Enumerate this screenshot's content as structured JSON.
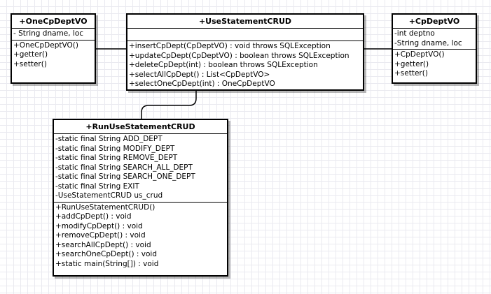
{
  "classes": {
    "one_cp_dept_vo": {
      "name": "+OneCpDeptVO",
      "attributes": [
        "- String dname, loc"
      ],
      "operations": [
        "+OneCpDeptVO()",
        "+getter()",
        "+setter()"
      ]
    },
    "use_statement_crud": {
      "name": "+UseStatementCRUD",
      "attributes": [],
      "operations": [
        "+insertCpDept(CpDeptVO) : void throws SQLException",
        "+updateCpDept(CpDeptVO) : boolean throws SQLException",
        "+deleteCpDept(int) : boolean throws SQLException",
        "+selectAllCpDept() : List<CpDeptVO>",
        "+selectOneCpDept(int) : OneCpDeptVO"
      ]
    },
    "cp_dept_vo": {
      "name": "+CpDeptVO",
      "attributes": [
        "-int deptno",
        "-String dname, loc"
      ],
      "operations": [
        "+CpDeptVO()",
        "+getter()",
        "+setter()"
      ]
    },
    "run_use_statement_crud": {
      "name": "+RunUseStatementCRUD",
      "attributes": [
        "-static final String ADD_DEPT",
        "-static final String MODIFY_DEPT",
        "-static final String REMOVE_DEPT",
        "-static final String SEARCH_ALL_DEPT",
        "-static final String SEARCH_ONE_DEPT",
        "-static final String EXIT",
        "-UseStatementCRUD us_crud"
      ],
      "operations": [
        "+RunUseStatementCRUD()",
        "+addCpDept() : void",
        "+modifyCpDept() : void",
        "+removeCpDept() : void",
        "+searchAllCpDept() : void",
        "+searchOneCpDept() : void",
        "+static main(String[]) : void"
      ]
    }
  }
}
